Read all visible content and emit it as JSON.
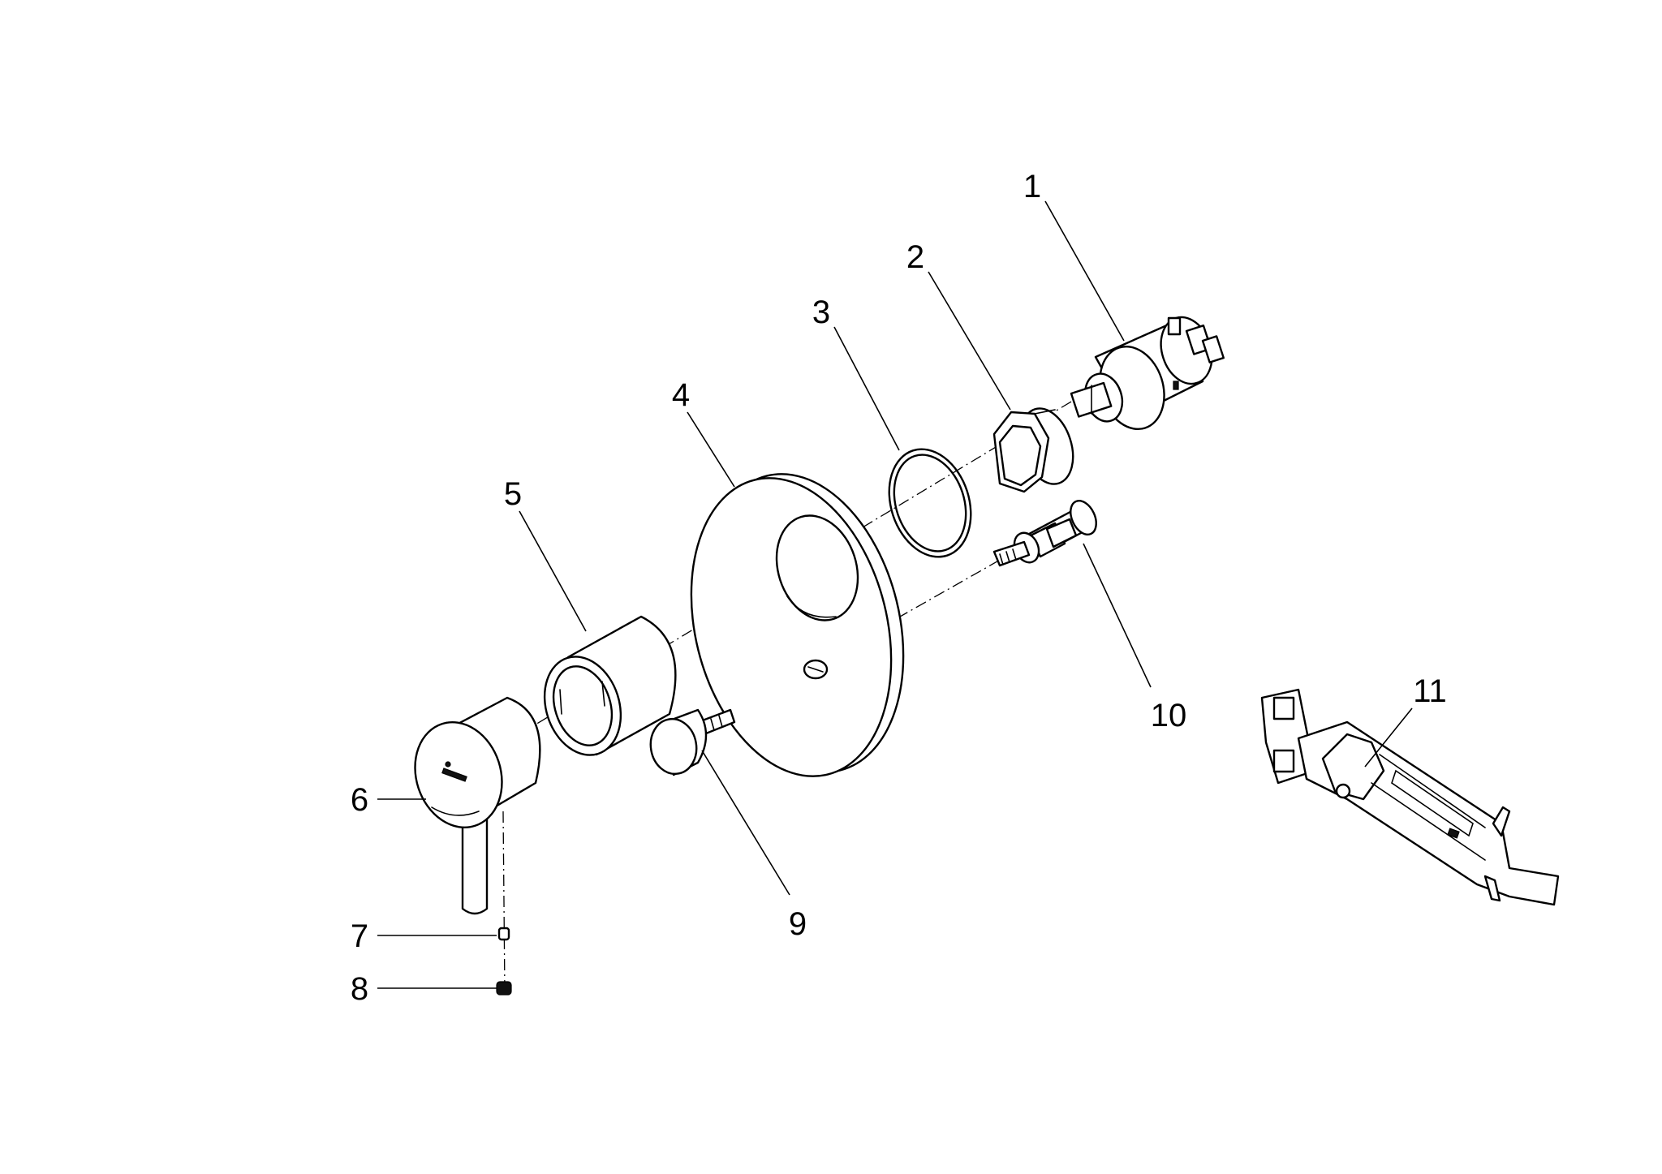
{
  "diagram": {
    "callouts": [
      {
        "id": "c1",
        "text": "1"
      },
      {
        "id": "c2",
        "text": "2"
      },
      {
        "id": "c3",
        "text": "3"
      },
      {
        "id": "c4",
        "text": "4"
      },
      {
        "id": "c5",
        "text": "5"
      },
      {
        "id": "c6",
        "text": "6"
      },
      {
        "id": "c7",
        "text": "7"
      },
      {
        "id": "c8",
        "text": "8"
      },
      {
        "id": "c9",
        "text": "9"
      },
      {
        "id": "c10",
        "text": "10"
      },
      {
        "id": "c11",
        "text": "11"
      }
    ]
  }
}
